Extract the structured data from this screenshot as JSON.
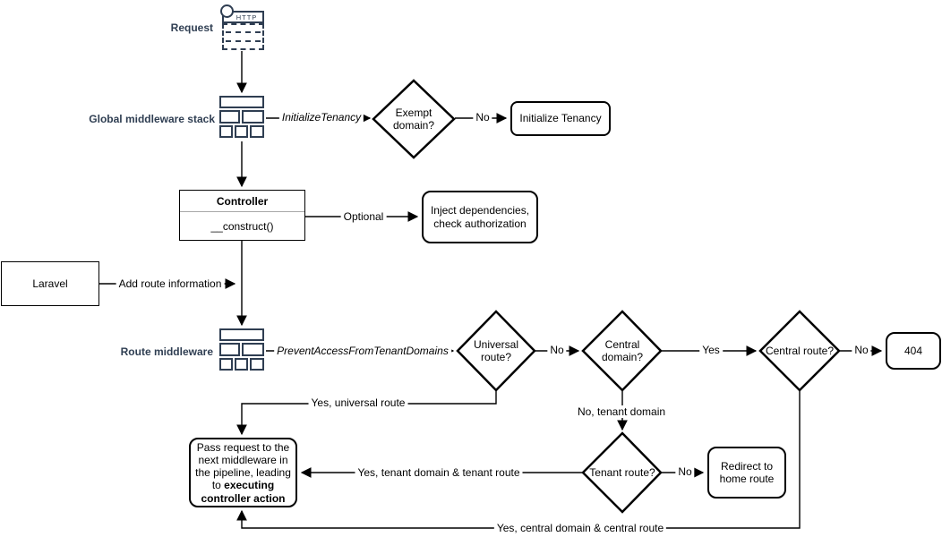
{
  "colors": {
    "navy": "#2f3e52",
    "stroke": "#000000",
    "background": "#ffffff"
  },
  "nodes": {
    "request": "Request",
    "http_badge": "HTTP",
    "global_middleware_stack": "Global middleware stack",
    "exempt_domain": "Exempt domain?",
    "initialize_tenancy": "Initialize Tenancy",
    "controller": "Controller",
    "construct_method": "__construct()",
    "inject_dependencies": "Inject dependencies, check authorization",
    "laravel": "Laravel",
    "route_middleware": "Route middleware",
    "universal_route": "Universal route?",
    "central_domain": "Central domain?",
    "central_route": "Central route?",
    "error_404": "404",
    "tenant_route": "Tenant route?",
    "redirect_home": "Redirect to home route",
    "pass_request_text": "Pass request to the next middleware in the pipeline, leading to ",
    "pass_request_bold": "executing controller action"
  },
  "edge_labels": {
    "initialize_tenancy_class": "InitializeTenancy",
    "exempt_no": "No",
    "optional": "Optional",
    "add_route_information": "Add route information",
    "prevent_access_class": "PreventAccessFromTenantDomains",
    "universal_no": "No",
    "central_domain_yes": "Yes",
    "central_route_no": "No",
    "no_tenant_domain": "No, tenant domain",
    "tenant_no": "No",
    "yes_universal_route": "Yes, universal route",
    "yes_tenant_domain_route": "Yes, tenant domain & tenant route",
    "yes_central_domain_route": "Yes, central domain & central route"
  }
}
